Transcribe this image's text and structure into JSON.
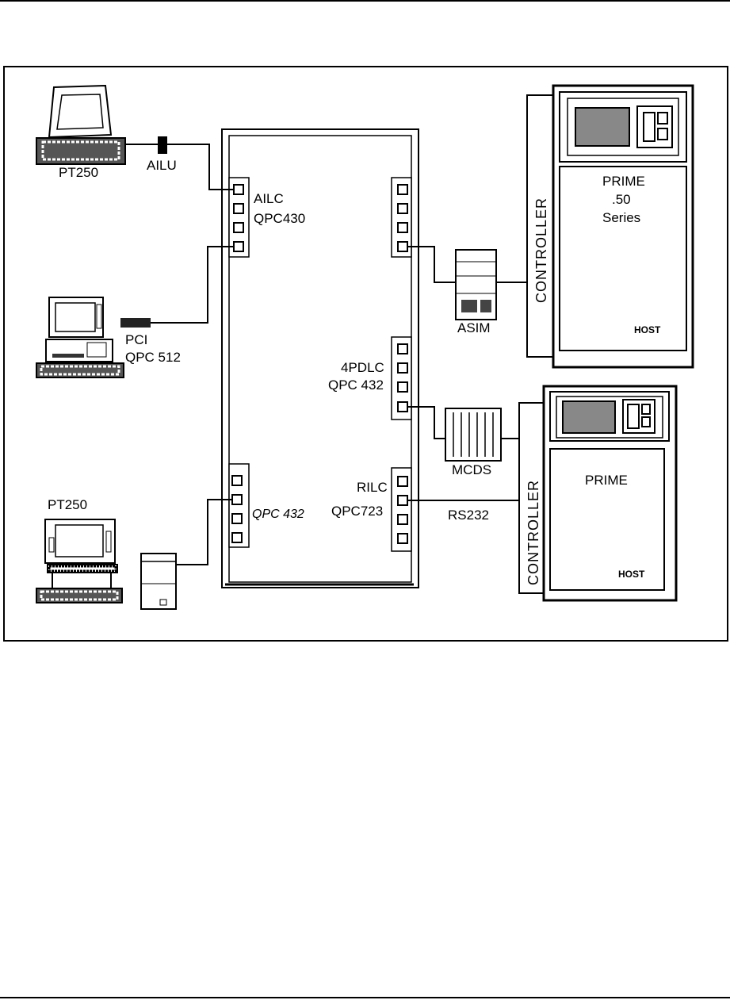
{
  "labels": {
    "ailu": "AILU",
    "pt250_top": "PT250",
    "ailc": "AILC",
    "qpc430": "QPC430",
    "pci": "PCI",
    "qpc512": "QPC 512",
    "pt250_bottom": "PT250",
    "qpc432_left": "QPC 432",
    "pdlc4": "4PDLC",
    "qpc432_right": "QPC 432",
    "rilc": "RILC",
    "qpc723": "QPC723",
    "rs232": "RS232",
    "asim": "ASIM",
    "mcds": "MCDS",
    "controller_top": "CONTROLLER",
    "controller_bottom": "CONTROLLER",
    "prime_top": "PRIME",
    "fifty": ".50",
    "series": "Series",
    "host_top": "HOST",
    "prime_bottom": "PRIME",
    "host_bottom": "HOST"
  }
}
